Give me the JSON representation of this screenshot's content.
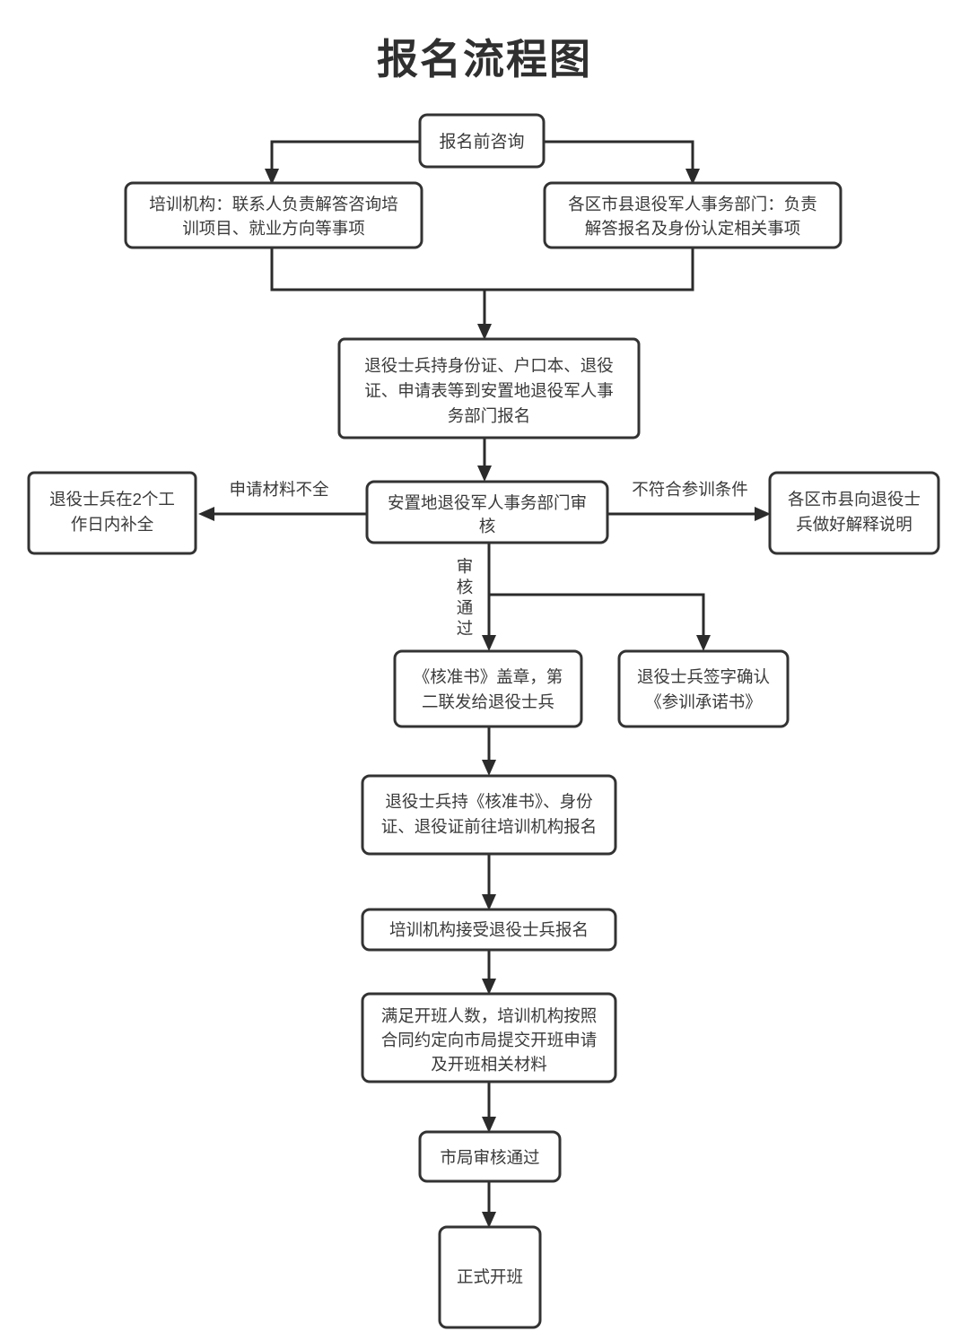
{
  "title": "报名流程图",
  "nodes": {
    "n1": {
      "label": "报名前咨询"
    },
    "n2": {
      "line1": "培训机构：联系人负责解答咨询培",
      "line2": "训项目、就业方向等事项"
    },
    "n3": {
      "line1": "各区市县退役军人事务部门：负责",
      "line2": "解答报名及身份认定相关事项"
    },
    "n4": {
      "line1": "退役士兵持身份证、户口本、退役",
      "line2": "证、申请表等到安置地退役军人事",
      "line3": "务部门报名"
    },
    "n5": {
      "line1": "退役士兵在2个工",
      "line2": "作日内补全"
    },
    "n6": {
      "line1": "安置地退役军人事务部门审",
      "line2": "核"
    },
    "n7": {
      "line1": "各区市县向退役士",
      "line2": "兵做好解释说明"
    },
    "n8": {
      "line1": "《核准书》盖章，第",
      "line2": "二联发给退役士兵"
    },
    "n9": {
      "line1": "退役士兵签字确认",
      "line2": "《参训承诺书》"
    },
    "n10": {
      "line1": "退役士兵持《核准书》、身份",
      "line2": "证、退役证前往培训机构报名"
    },
    "n11": {
      "label": "培训机构接受退役士兵报名"
    },
    "n12": {
      "line1": "满足开班人数，培训机构按照",
      "line2": "合同约定向市局提交开班申请",
      "line3": "及开班相关材料"
    },
    "n13": {
      "label": "市局审核通过"
    },
    "n14": {
      "label": "正式开班"
    }
  },
  "edge_labels": {
    "incomplete_materials": "申请材料不全",
    "not_qualified": "不符合参训条件",
    "approved_1": "审",
    "approved_2": "核",
    "approved_3": "通",
    "approved_4": "过"
  },
  "colors": {
    "stroke": "#333333",
    "fill": "#ffffff",
    "text": "#3a3a3a",
    "title": "#2f2f2f"
  }
}
